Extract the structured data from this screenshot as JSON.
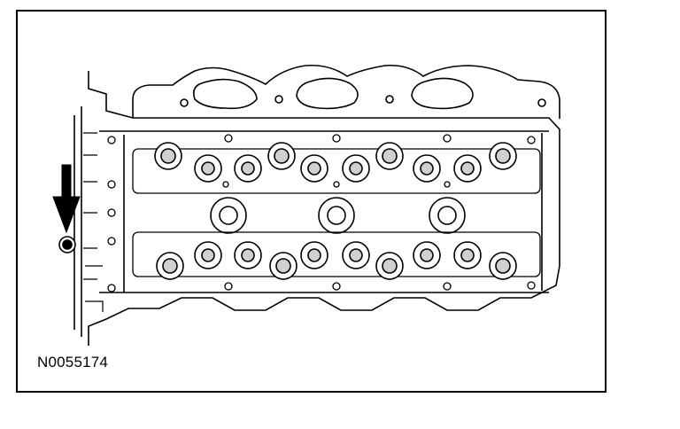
{
  "figure": {
    "id_label": "N0055174",
    "subject": "cylinder-head-top-view",
    "callout": {
      "type": "arrow",
      "points_to": "plug"
    },
    "colors": {
      "ink": "#000000",
      "paper": "#ffffff",
      "shade": "#d0d0d0"
    }
  }
}
